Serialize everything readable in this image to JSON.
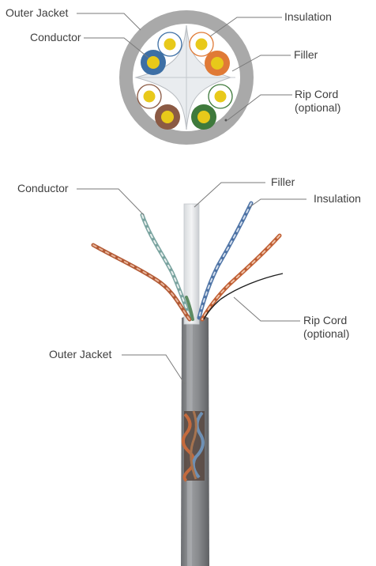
{
  "cross_section": {
    "labels": {
      "outer_jacket": "Outer Jacket",
      "conductor": "Conductor",
      "insulation": "Insulation",
      "filler": "Filler",
      "rip_cord_line1": "Rip Cord",
      "rip_cord_line2": "(optional)"
    },
    "pairs": [
      {
        "name": "blue",
        "color": "#3d6fa5",
        "partner_stripe": "#7fa6cf"
      },
      {
        "name": "orange",
        "color": "#e07a36",
        "partner_stripe": "#f2b487"
      },
      {
        "name": "brown",
        "color": "#8b5a44",
        "partner_stripe": "#c8a08d"
      },
      {
        "name": "green",
        "color": "#3f7a3c",
        "partner_stripe": "#8fc08b"
      }
    ],
    "colors": {
      "jacket": "#a9a9a9",
      "core": "#e8c91a",
      "white_insulation": "#ffffff"
    }
  },
  "cable_view": {
    "labels": {
      "conductor": "Conductor",
      "filler": "Filler",
      "insulation": "Insulation",
      "rip_cord_line1": "Rip Cord",
      "rip_cord_line2": "(optional)",
      "outer_jacket": "Outer Jacket"
    },
    "colors": {
      "jacket": "#7d7f82",
      "leader_line": "#7a7a7a"
    }
  }
}
